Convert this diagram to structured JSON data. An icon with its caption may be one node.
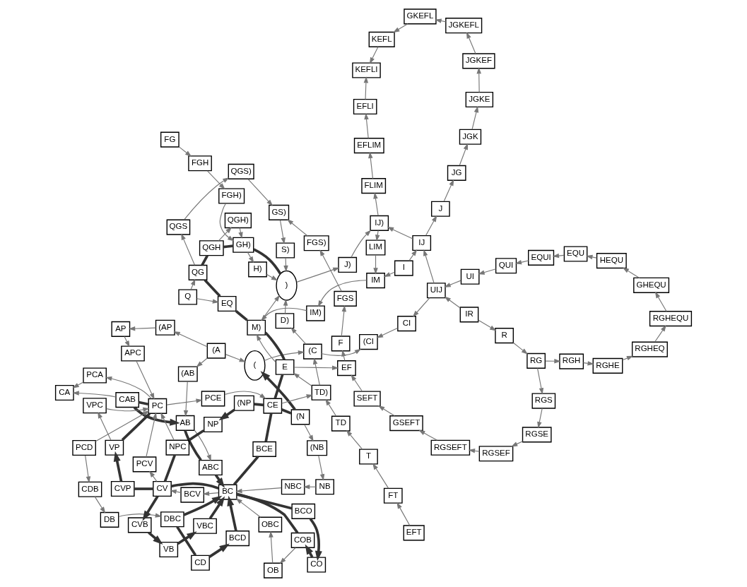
{
  "diagram": {
    "nodes": [
      {
        "text": [
          "COB"
        ]
      },
      {
        "text": [
          "CO"
        ]
      },
      {
        "text": [
          "OB"
        ]
      },
      {
        "text": [
          "BCO"
        ]
      },
      {
        "text": [
          "OBC"
        ]
      },
      {
        "text": [
          "DB"
        ]
      },
      {
        "text": [
          "DBC"
        ]
      },
      {
        "text": [
          "ABC"
        ]
      },
      {
        "text": [
          "CDB"
        ]
      },
      {
        "text": [
          "BC"
        ]
      },
      {
        "text": [
          "BCD"
        ]
      },
      {
        "text": [
          "VBC"
        ]
      },
      {
        "text": [
          "NBC"
        ]
      },
      {
        "text": [
          "AB"
        ]
      },
      {
        "text": [
          "CAB"
        ]
      },
      {
        "text": [
          "CD"
        ]
      },
      {
        "text": [
          "VB"
        ]
      },
      {
        "text": [
          "NB"
        ]
      },
      {
        "text": [
          "(AB"
        ]
      },
      {
        "text": [
          "BCV"
        ]
      },
      {
        "text": [
          "CVB"
        ]
      },
      {
        "text": [
          "CA"
        ]
      },
      {
        "text": [
          "BCE"
        ]
      },
      {
        "text": [
          "(NB"
        ]
      },
      {
        "text": [
          "PCD"
        ]
      },
      {
        "text": [
          "CV"
        ]
      },
      {
        "text": [
          "PCV"
        ]
      },
      {
        "text": [
          "PCA"
        ]
      },
      {
        "text": [
          "(A"
        ]
      },
      {
        "text": [
          "(AP"
        ]
      },
      {
        "text": [
          "AP"
        ]
      },
      {
        "text": [
          "APC"
        ]
      },
      {
        "text": [
          "(N"
        ]
      },
      {
        "text": [
          "("
        ]
      },
      {
        "text": [
          "CVP"
        ]
      },
      {
        "text": [
          "PC"
        ]
      },
      {
        "text": [
          "PCE"
        ]
      },
      {
        "text": [
          "CE"
        ]
      },
      {
        "text": [
          "VP"
        ]
      },
      {
        "text": [
          "VPC"
        ]
      },
      {
        "text": [
          "NPC"
        ]
      },
      {
        "text": [
          "NP"
        ]
      },
      {
        "text": [
          "(NP"
        ]
      },
      {
        "text": [
          "QGS)"
        ]
      },
      {
        "text": [
          "FGS)"
        ]
      },
      {
        "text": [
          "GS)"
        ]
      },
      {
        "text": [
          "QGS"
        ]
      },
      {
        "text": [
          "FGS"
        ]
      },
      {
        "text": [
          "FGH)"
        ]
      },
      {
        "text": [
          "GH)"
        ]
      },
      {
        "text": [
          "QGH)"
        ]
      },
      {
        "text": [
          "QGH"
        ]
      },
      {
        "text": [
          "QG"
        ]
      },
      {
        "text": [
          "FGH"
        ]
      },
      {
        "text": [
          "S)"
        ]
      },
      {
        "text": [
          "FG"
        ]
      },
      {
        "text": [
          "H)"
        ]
      },
      {
        "text": [
          "Q"
        ]
      },
      {
        "text": [
          "(C"
        ]
      },
      {
        "text": [
          "D)"
        ]
      },
      {
        "text": [
          ")"
        ]
      },
      {
        "text": [
          "TD)"
        ]
      },
      {
        "text": [
          "M)"
        ]
      },
      {
        "text": [
          "EQ"
        ]
      },
      {
        "text": [
          "E"
        ]
      },
      {
        "text": [
          "(CI"
        ]
      },
      {
        "text": [
          "TD"
        ]
      },
      {
        "text": [
          "T"
        ]
      },
      {
        "text": [
          "FT"
        ]
      },
      {
        "text": [
          "EFT"
        ]
      },
      {
        "text": [
          "F"
        ]
      },
      {
        "text": [
          "EF"
        ]
      },
      {
        "text": [
          "EQU"
        ]
      },
      {
        "text": [
          "HEQU"
        ]
      },
      {
        "text": [
          "EQUI"
        ]
      },
      {
        "text": [
          "GHEQU"
        ]
      },
      {
        "text": [
          "IM)"
        ]
      },
      {
        "text": [
          "CI"
        ]
      },
      {
        "text": [
          "IM"
        ]
      },
      {
        "text": [
          "QUI"
        ]
      },
      {
        "text": [
          "UI"
        ]
      },
      {
        "text": [
          "J)"
        ]
      },
      {
        "text": [
          "LIM"
        ]
      },
      {
        "text": [
          "I"
        ]
      },
      {
        "text": [
          "UIJ"
        ]
      },
      {
        "text": [
          "IJ)"
        ]
      },
      {
        "text": [
          "IJ"
        ]
      },
      {
        "text": [
          "SEFT"
        ]
      },
      {
        "text": [
          "FLIM"
        ]
      },
      {
        "text": [
          "J"
        ]
      },
      {
        "text": [
          "IR"
        ]
      },
      {
        "text": [
          "R"
        ]
      },
      {
        "text": [
          "KEFL"
        ]
      },
      {
        "text": [
          "KEFLI"
        ]
      },
      {
        "text": [
          "EFLI"
        ]
      },
      {
        "text": [
          "EFLIM"
        ]
      },
      {
        "text": [
          "GSEFT"
        ]
      },
      {
        "text": [
          "RG"
        ]
      },
      {
        "text": [
          "RGH"
        ]
      },
      {
        "text": [
          "RGHE"
        ]
      },
      {
        "text": [
          "RGHEQ"
        ]
      },
      {
        "text": [
          "RGHEQU"
        ]
      },
      {
        "text": [
          "GKEFL"
        ]
      },
      {
        "text": [
          "JG"
        ]
      },
      {
        "text": [
          "RGSEFT"
        ]
      },
      {
        "text": [
          "RGSE"
        ]
      },
      {
        "text": [
          "RGSEF"
        ]
      },
      {
        "text": [
          "RGS"
        ]
      },
      {
        "text": [
          "JGKEFL"
        ]
      },
      {
        "text": [
          "JGK"
        ]
      },
      {
        "text": [
          "JGKEF"
        ]
      },
      {
        "text": [
          "JGKE"
        ]
      }
    ],
    "edges": [
      {
        "from": 0,
        "to": 2,
        "arrow": "to"
      },
      {
        "from": 2,
        "to": 4,
        "arrow": "to"
      },
      {
        "from": 4,
        "to": 9,
        "arrow": "to"
      },
      {
        "from": 5,
        "to": 6,
        "arrow": "to"
      },
      {
        "from": 8,
        "to": 5,
        "arrow": "to"
      },
      {
        "from": 24,
        "to": 8,
        "arrow": "to"
      },
      {
        "from": 9,
        "to": 19,
        "arrow": "to"
      },
      {
        "from": 19,
        "to": 25,
        "arrow": "to"
      },
      {
        "from": 32,
        "to": 23,
        "arrow": "to"
      },
      {
        "from": 23,
        "to": 17,
        "arrow": "to"
      },
      {
        "from": 17,
        "to": 12,
        "arrow": "to"
      },
      {
        "from": 12,
        "to": 9,
        "arrow": "to"
      },
      {
        "from": 13,
        "to": 7,
        "arrow": "to"
      },
      {
        "from": 18,
        "to": 13,
        "arrow": "to"
      },
      {
        "from": 28,
        "to": 18,
        "arrow": "to"
      },
      {
        "from": 28,
        "to": 33,
        "arrow": "to"
      },
      {
        "from": 28,
        "to": 29,
        "arrow": "to"
      },
      {
        "from": 29,
        "to": 30,
        "arrow": "to"
      },
      {
        "from": 30,
        "to": 31,
        "arrow": "to"
      },
      {
        "from": 31,
        "to": 35,
        "arrow": "to"
      },
      {
        "from": 14,
        "to": 21,
        "arrow": "to"
      },
      {
        "from": 27,
        "to": 21,
        "arrow": "to"
      },
      {
        "from": 35,
        "to": 27,
        "arrow": "to"
      },
      {
        "from": 24,
        "to": 35,
        "arrow": "to"
      },
      {
        "from": 26,
        "to": 35,
        "arrow": "to"
      },
      {
        "from": 25,
        "to": 26,
        "arrow": "to"
      },
      {
        "from": 39,
        "to": 35,
        "arrow": "to"
      },
      {
        "from": 38,
        "to": 39,
        "arrow": "to"
      },
      {
        "from": 40,
        "to": 35,
        "arrow": "to"
      },
      {
        "from": 35,
        "to": 36,
        "arrow": "to"
      },
      {
        "from": 36,
        "to": 37,
        "arrow": "to"
      },
      {
        "from": 37,
        "to": 61,
        "arrow": "to"
      },
      {
        "from": 66,
        "to": 61,
        "arrow": "to"
      },
      {
        "from": 67,
        "to": 66,
        "arrow": "to"
      },
      {
        "from": 68,
        "to": 67,
        "arrow": "to"
      },
      {
        "from": 69,
        "to": 68,
        "arrow": "to"
      },
      {
        "from": 87,
        "to": 71,
        "arrow": "to"
      },
      {
        "from": 71,
        "to": 70,
        "arrow": "to"
      },
      {
        "from": 70,
        "to": 47,
        "arrow": "to"
      },
      {
        "from": 64,
        "to": 71,
        "arrow": "to"
      },
      {
        "from": 55,
        "to": 53,
        "arrow": "to"
      },
      {
        "from": 53,
        "to": 48,
        "arrow": "to"
      },
      {
        "from": 48,
        "to": 49,
        "arrow": "to"
      },
      {
        "from": 47,
        "to": 44,
        "arrow": "to"
      },
      {
        "from": 44,
        "to": 45,
        "arrow": "to"
      },
      {
        "from": 43,
        "to": 45,
        "arrow": "to"
      },
      {
        "from": 46,
        "to": 43,
        "arrow": "to"
      },
      {
        "from": 52,
        "to": 46,
        "arrow": "to"
      },
      {
        "from": 57,
        "to": 52,
        "arrow": "to"
      },
      {
        "from": 57,
        "to": 63,
        "arrow": "to"
      },
      {
        "from": 45,
        "to": 54,
        "arrow": "to"
      },
      {
        "from": 54,
        "to": 60,
        "arrow": "to"
      },
      {
        "from": 51,
        "to": 50,
        "arrow": "to"
      },
      {
        "from": 50,
        "to": 49,
        "arrow": "to"
      },
      {
        "from": 49,
        "to": 56,
        "arrow": "to"
      },
      {
        "from": 56,
        "to": 60,
        "arrow": "to"
      },
      {
        "from": 61,
        "to": 58,
        "arrow": "to"
      },
      {
        "from": 33,
        "to": 58,
        "arrow": "to"
      },
      {
        "from": 58,
        "to": 59,
        "arrow": "to"
      },
      {
        "from": 59,
        "to": 60,
        "arrow": "to"
      },
      {
        "from": 58,
        "to": 65,
        "arrow": "to"
      },
      {
        "from": 61,
        "to": 64,
        "arrow": "to"
      },
      {
        "from": 64,
        "to": 62,
        "arrow": "to"
      },
      {
        "from": 62,
        "to": 60,
        "arrow": "to"
      },
      {
        "from": 76,
        "to": 62,
        "arrow": "to"
      },
      {
        "from": 78,
        "to": 76,
        "arrow": "to"
      },
      {
        "from": 83,
        "to": 78,
        "arrow": "to"
      },
      {
        "from": 77,
        "to": 65,
        "arrow": "to"
      },
      {
        "from": 84,
        "to": 77,
        "arrow": "to"
      },
      {
        "from": 82,
        "to": 78,
        "arrow": "to"
      },
      {
        "from": 60,
        "to": 81,
        "arrow": "to"
      },
      {
        "from": 81,
        "to": 85,
        "arrow": "to"
      },
      {
        "from": 85,
        "to": 82,
        "arrow": "to"
      },
      {
        "from": 83,
        "to": 86,
        "arrow": "to"
      },
      {
        "from": 84,
        "to": 86,
        "arrow": "to"
      },
      {
        "from": 86,
        "to": 85,
        "arrow": "to"
      },
      {
        "from": 86,
        "to": 89,
        "arrow": "to"
      },
      {
        "from": 80,
        "to": 84,
        "arrow": "to"
      },
      {
        "from": 79,
        "to": 80,
        "arrow": "to"
      },
      {
        "from": 74,
        "to": 79,
        "arrow": "to"
      },
      {
        "from": 72,
        "to": 74,
        "arrow": "to"
      },
      {
        "from": 73,
        "to": 72,
        "arrow": "to"
      },
      {
        "from": 75,
        "to": 73,
        "arrow": "to"
      },
      {
        "from": 101,
        "to": 75,
        "arrow": "to"
      },
      {
        "from": 100,
        "to": 101,
        "arrow": "to"
      },
      {
        "from": 99,
        "to": 100,
        "arrow": "to"
      },
      {
        "from": 98,
        "to": 99,
        "arrow": "to"
      },
      {
        "from": 97,
        "to": 98,
        "arrow": "to"
      },
      {
        "from": 91,
        "to": 97,
        "arrow": "to"
      },
      {
        "from": 90,
        "to": 91,
        "arrow": "to"
      },
      {
        "from": 90,
        "to": 84,
        "arrow": "to"
      },
      {
        "from": 97,
        "to": 107,
        "arrow": "to"
      },
      {
        "from": 107,
        "to": 105,
        "arrow": "to"
      },
      {
        "from": 105,
        "to": 106,
        "arrow": "to"
      },
      {
        "from": 106,
        "to": 104,
        "arrow": "to"
      },
      {
        "from": 104,
        "to": 96,
        "arrow": "to"
      },
      {
        "from": 96,
        "to": 87,
        "arrow": "to"
      },
      {
        "from": 85,
        "to": 88,
        "arrow": "to"
      },
      {
        "from": 88,
        "to": 95,
        "arrow": "to"
      },
      {
        "from": 95,
        "to": 94,
        "arrow": "to"
      },
      {
        "from": 94,
        "to": 93,
        "arrow": "to"
      },
      {
        "from": 92,
        "to": 93,
        "arrow": "to"
      },
      {
        "from": 102,
        "to": 92,
        "arrow": "to"
      },
      {
        "from": 108,
        "to": 102,
        "arrow": "to"
      },
      {
        "from": 110,
        "to": 108,
        "arrow": "to"
      },
      {
        "from": 111,
        "to": 110,
        "arrow": "to"
      },
      {
        "from": 109,
        "to": 111,
        "arrow": "to"
      },
      {
        "from": 103,
        "to": 109,
        "arrow": "to"
      },
      {
        "from": 89,
        "to": 103,
        "arrow": "to"
      },
      {
        "from": 9,
        "to": 3,
        "arrow": "none",
        "style": "thick"
      },
      {
        "from": 3,
        "to": 1,
        "arrow": "to",
        "style": "thick"
      },
      {
        "from": 1,
        "to": 0,
        "arrow": "to",
        "style": "thick"
      },
      {
        "from": 0,
        "to": 9,
        "arrow": "none",
        "style": "thick"
      },
      {
        "from": 6,
        "to": 9,
        "arrow": "to",
        "style": "thick"
      },
      {
        "from": 15,
        "to": 6,
        "arrow": "none",
        "style": "thick"
      },
      {
        "from": 15,
        "to": 10,
        "arrow": "to",
        "style": "thick"
      },
      {
        "from": 10,
        "to": 9,
        "arrow": "to",
        "style": "thick"
      },
      {
        "from": 25,
        "to": 20,
        "arrow": "to",
        "style": "thick"
      },
      {
        "from": 20,
        "to": 16,
        "arrow": "to",
        "style": "thick"
      },
      {
        "from": 16,
        "to": 11,
        "arrow": "to",
        "style": "thick"
      },
      {
        "from": 11,
        "to": 9,
        "arrow": "to",
        "style": "thick"
      },
      {
        "from": 9,
        "to": 25,
        "arrow": "none",
        "style": "thick"
      },
      {
        "from": 25,
        "to": 34,
        "arrow": "none",
        "style": "thick"
      },
      {
        "from": 34,
        "to": 38,
        "arrow": "to",
        "style": "thick"
      },
      {
        "from": 38,
        "to": 35,
        "arrow": "none",
        "style": "thick"
      },
      {
        "from": 35,
        "to": 14,
        "arrow": "none",
        "style": "thick"
      },
      {
        "from": 14,
        "to": 13,
        "arrow": "to",
        "style": "thick"
      },
      {
        "from": 13,
        "to": 7,
        "arrow": "none",
        "style": "thick"
      },
      {
        "from": 7,
        "to": 9,
        "arrow": "to",
        "style": "thick"
      },
      {
        "from": 25,
        "to": 40,
        "arrow": "none",
        "style": "thick"
      },
      {
        "from": 41,
        "to": 40,
        "arrow": "none",
        "style": "thick"
      },
      {
        "from": 42,
        "to": 41,
        "arrow": "to",
        "style": "thick"
      },
      {
        "from": 37,
        "to": 42,
        "arrow": "none",
        "style": "thick"
      },
      {
        "from": 9,
        "to": 22,
        "arrow": "none",
        "style": "thick"
      },
      {
        "from": 22,
        "to": 37,
        "arrow": "none",
        "style": "thick"
      },
      {
        "from": 37,
        "to": 32,
        "arrow": "none",
        "style": "thick"
      },
      {
        "from": 32,
        "to": 33,
        "arrow": "to",
        "style": "thick"
      },
      {
        "from": 37,
        "to": 64,
        "arrow": "none",
        "style": "thick"
      },
      {
        "from": 64,
        "to": 62,
        "arrow": "none",
        "style": "thick"
      },
      {
        "from": 62,
        "to": 63,
        "arrow": "none",
        "style": "thick"
      },
      {
        "from": 63,
        "to": 52,
        "arrow": "none",
        "style": "thick"
      },
      {
        "from": 52,
        "to": 51,
        "arrow": "none",
        "style": "thick"
      },
      {
        "from": 51,
        "to": 49,
        "arrow": "none",
        "style": "thick"
      },
      {
        "from": 49,
        "to": 60,
        "arrow": "none",
        "style": "thick"
      }
    ]
  }
}
